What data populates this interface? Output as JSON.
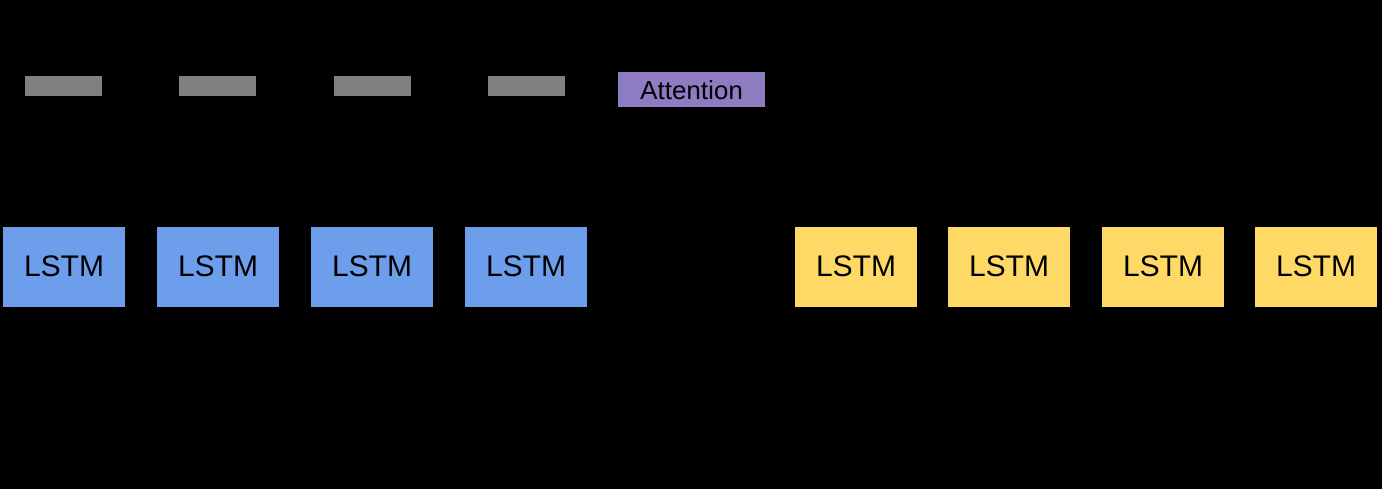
{
  "attention": {
    "label": "Attention"
  },
  "encoder": {
    "units": [
      {
        "label": "LSTM"
      },
      {
        "label": "LSTM"
      },
      {
        "label": "LSTM"
      },
      {
        "label": "LSTM"
      }
    ]
  },
  "decoder": {
    "units": [
      {
        "label": "LSTM"
      },
      {
        "label": "LSTM"
      },
      {
        "label": "LSTM"
      },
      {
        "label": "LSTM"
      }
    ]
  },
  "hidden_state_bars": {
    "count": 4
  },
  "colors": {
    "background": "#000000",
    "encoder_box": "#6d9eeb",
    "decoder_box": "#ffd966",
    "attention_box": "#8e7cc3",
    "state_bar": "#808080",
    "text": "#000000"
  }
}
